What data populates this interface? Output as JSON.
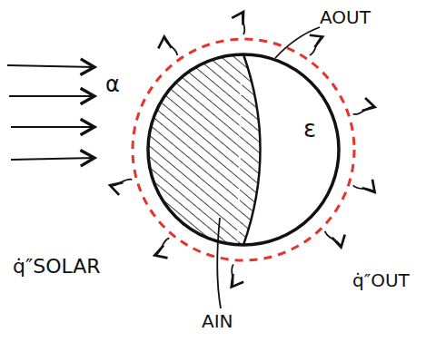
{
  "diagram": {
    "labels": [
      "AOUT",
      "α",
      "ε",
      "q̇″SOLAR",
      "q̇″OUT",
      "AIN"
    ]
  }
}
